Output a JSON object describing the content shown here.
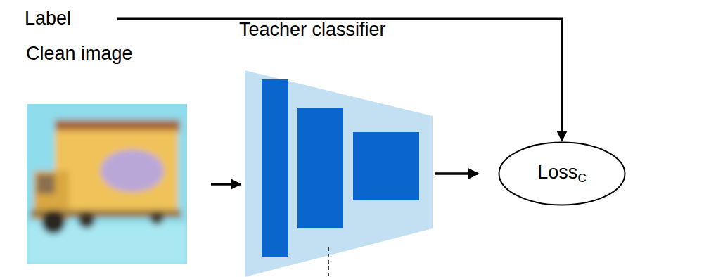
{
  "diagram": {
    "nodes": [
      {
        "text": [
          "Label"
        ]
      },
      {
        "text": [
          "Clean image"
        ]
      },
      {
        "text": [
          "Teacher classifier"
        ]
      },
      {
        "text": [
          "LossC"
        ]
      }
    ],
    "edges": [
      {
        "from": 0,
        "to": 3,
        "arrow": "to"
      },
      {
        "from": 1,
        "to": 2,
        "arrow": "to"
      },
      {
        "from": 2,
        "to": 3,
        "arrow": "to"
      }
    ]
  }
}
